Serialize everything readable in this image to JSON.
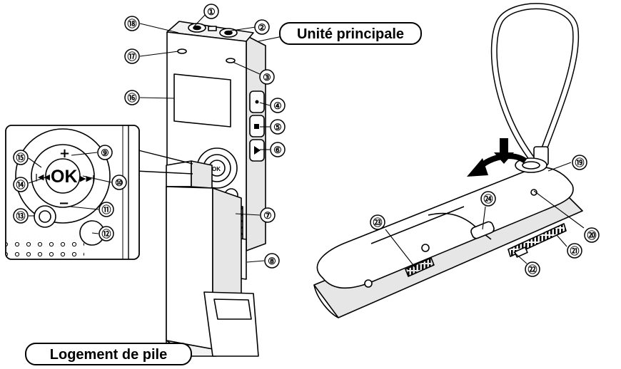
{
  "labels": {
    "main_unit": "Unité principale",
    "battery_housing": "Logement de pile"
  },
  "ok_label": "OK",
  "callouts": [
    "①",
    "②",
    "③",
    "④",
    "⑤",
    "⑥",
    "⑦",
    "⑧",
    "⑨",
    "⑩",
    "⑪",
    "⑫",
    "⑬",
    "⑭",
    "⑮",
    "⑯",
    "⑰",
    "⑱",
    "⑲",
    "⑳",
    "㉑",
    "㉒",
    "㉓",
    "㉔"
  ],
  "colors": {
    "line": "#000000",
    "body_fill": "#ffffff",
    "shade": "#d9d9d9"
  }
}
